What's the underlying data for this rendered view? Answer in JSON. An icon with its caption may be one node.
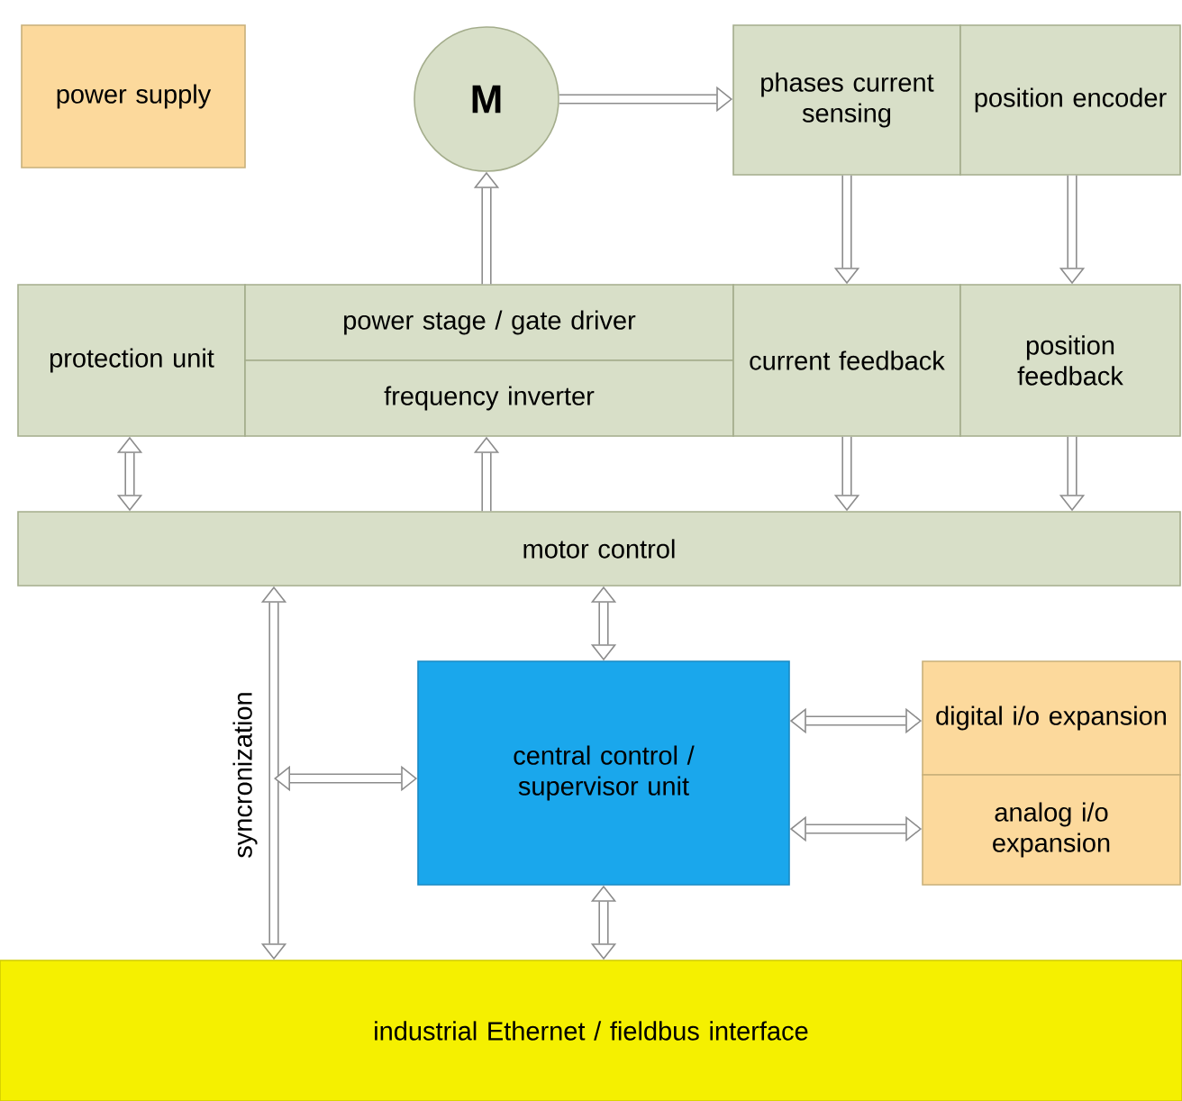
{
  "diagram": {
    "nodes": [
      {
        "text": [
          "power supply"
        ]
      },
      {
        "text": [
          "M"
        ]
      },
      {
        "text": [
          "phases current sensing"
        ]
      },
      {
        "text": [
          "position encoder"
        ]
      },
      {
        "text": [
          "protection unit"
        ]
      },
      {
        "text": [
          "power stage / gate driver"
        ]
      },
      {
        "text": [
          "frequency inverter"
        ]
      },
      {
        "text": [
          "current feedback"
        ]
      },
      {
        "text": [
          "position feedback"
        ]
      },
      {
        "text": [
          "motor control"
        ]
      },
      {
        "text": [
          "central control / supervisor unit"
        ]
      },
      {
        "text": [
          "digital i/o expansion"
        ]
      },
      {
        "text": [
          "analog i/o expansion"
        ]
      },
      {
        "text": [
          "industrial Ethernet / fieldbus interface"
        ]
      }
    ],
    "edges": [
      {
        "from": 5,
        "to": 1,
        "arrow": "to"
      },
      {
        "from": 1,
        "to": 2,
        "arrow": "to"
      },
      {
        "from": 2,
        "to": 7,
        "arrow": "to"
      },
      {
        "from": 3,
        "to": 8,
        "arrow": "to"
      },
      {
        "from": 4,
        "to": 9,
        "arrow": "both"
      },
      {
        "from": 9,
        "to": 6,
        "arrow": "to"
      },
      {
        "from": 7,
        "to": 9,
        "arrow": "to"
      },
      {
        "from": 8,
        "to": 9,
        "arrow": "to"
      },
      {
        "from": 9,
        "to": 10,
        "arrow": "both"
      },
      {
        "from": 10,
        "to": 11,
        "arrow": "both"
      },
      {
        "from": 10,
        "to": 12,
        "arrow": "both"
      },
      {
        "from": 10,
        "to": 13,
        "arrow": "both"
      },
      {
        "from": 9,
        "to": 13,
        "arrow": "both",
        "label": "syncronization"
      },
      {
        "from": null,
        "to": 10,
        "arrow": "both"
      }
    ]
  }
}
